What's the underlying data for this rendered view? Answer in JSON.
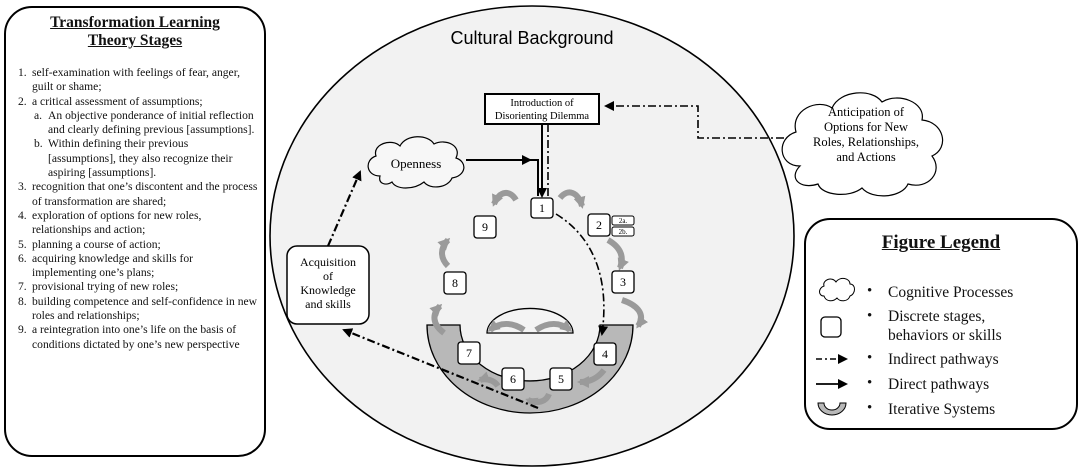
{
  "stages_panel": {
    "title_line1": "Transformation Learning",
    "title_line2": "Theory Stages",
    "items": [
      {
        "num": "1.",
        "text": "self-examination with feelings of fear, anger, guilt or shame;"
      },
      {
        "num": "2.",
        "text": "a critical assessment of assumptions;",
        "subs": [
          {
            "num": "a.",
            "text": "An objective ponderance of initial reflection and clearly defining previous [assumptions]."
          },
          {
            "num": "b.",
            "text": "Within defining their previous [assumptions], they also recognize their aspiring [assumptions]."
          }
        ]
      },
      {
        "num": "3.",
        "text": "recognition that one’s discontent and the process of transformation are shared;"
      },
      {
        "num": "4.",
        "text": "exploration of options for new roles, relationships and action;"
      },
      {
        "num": "5.",
        "text": "planning a course of action;"
      },
      {
        "num": "6.",
        "text": "acquiring knowledge and skills for implementing one’s plans;"
      },
      {
        "num": "7.",
        "text": "provisional trying of new roles;"
      },
      {
        "num": "8.",
        "text": "building competence and self-confidence in new roles and relationships;"
      },
      {
        "num": "9.",
        "text": "a reintegration into one’s life on the basis of conditions dictated by one’s new perspective"
      }
    ]
  },
  "diagram": {
    "background_label": "Cultural Background",
    "dilemma_line1": "Introduction of",
    "dilemma_line2": "Disorienting Dilemma",
    "openness": "Openness",
    "anticipation_lines": [
      "Anticipation of",
      "Options for New",
      "Roles, Relationships,",
      "and Actions"
    ],
    "acquisition_lines": [
      "Acquisition",
      "of",
      "Knowledge",
      "and skills"
    ],
    "stage_numbers": [
      "1",
      "2",
      "3",
      "4",
      "5",
      "6",
      "7",
      "8",
      "9"
    ],
    "sub_2a": "2a.",
    "sub_2b": "2b."
  },
  "legend": {
    "title": "Figure Legend",
    "bullet": "•",
    "items": [
      {
        "icon": "cloud-icon",
        "line1": "Cognitive Processes",
        "line2": ""
      },
      {
        "icon": "rounded-square-icon",
        "line1": "Discrete stages,",
        "line2": "behaviors or skills"
      },
      {
        "icon": "dash-dot-arrow-icon",
        "line1": "Indirect pathways",
        "line2": ""
      },
      {
        "icon": "solid-arrow-icon",
        "line1": "Direct pathways",
        "line2": ""
      },
      {
        "icon": "bowl-icon",
        "line1": "Iterative Systems",
        "line2": ""
      }
    ]
  },
  "colors": {
    "bowl_gray": "#b8b8b8",
    "arrow_gray": "#9a9a9a",
    "ellipse_fill": "#f2f2f2"
  }
}
